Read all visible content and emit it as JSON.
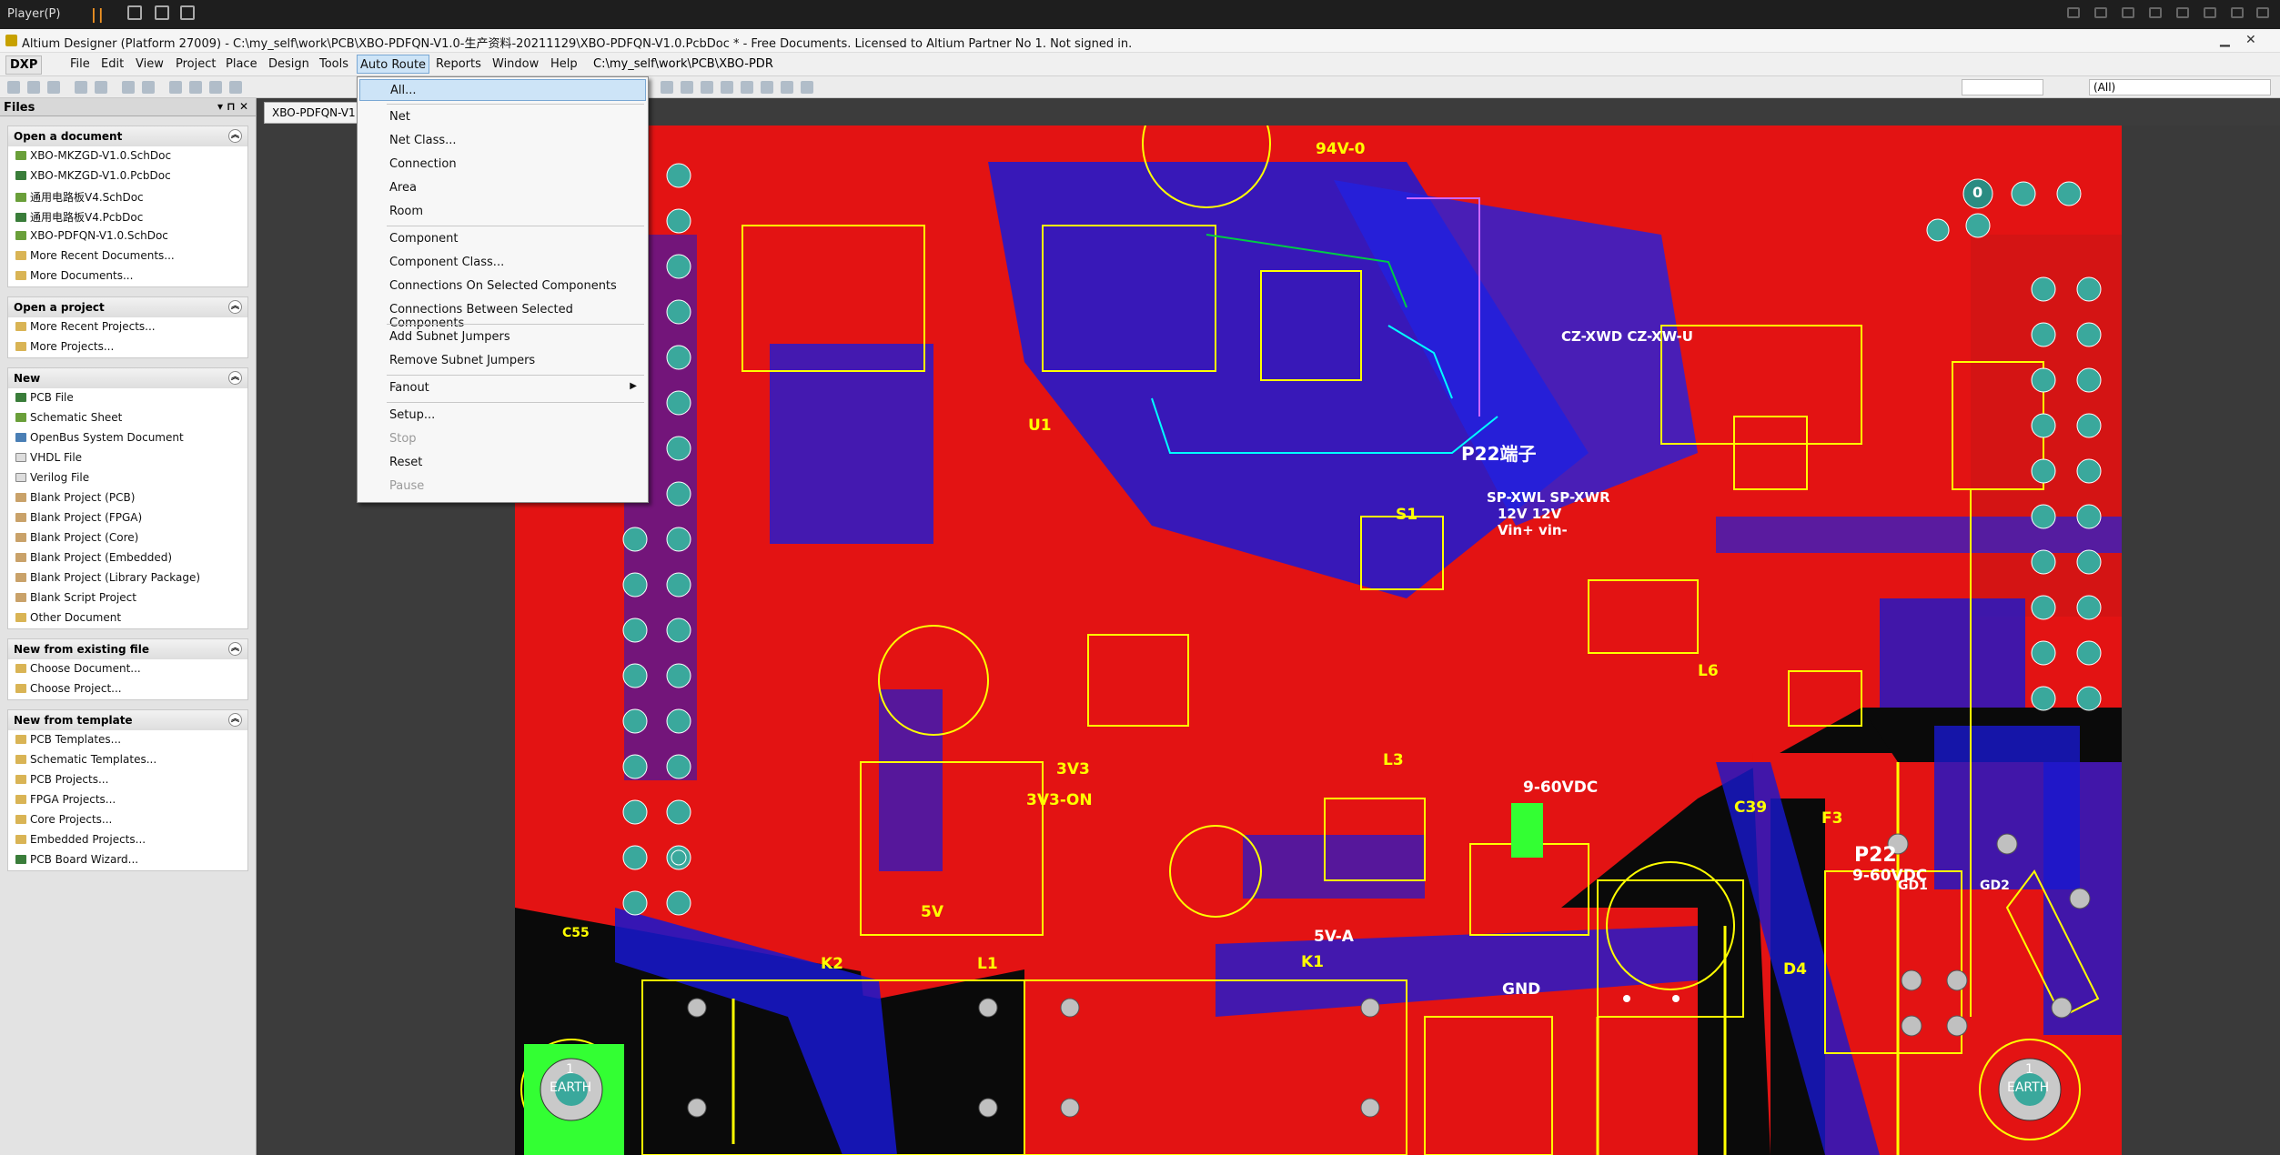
{
  "player": {
    "label": "Player(P)"
  },
  "window": {
    "title": "Altium Designer (Platform 27009) - C:\\my_self\\work\\PCB\\XBO-PDFQN-V1.0-生产资料-20211129\\XBO-PDFQN-V1.0.PcbDoc * - Free Documents. Licensed to Altium Partner No 1. Not signed in."
  },
  "menubar": {
    "dxp": "DXP",
    "items": [
      "File",
      "Edit",
      "View",
      "Project",
      "Place",
      "Design",
      "Tools",
      "Auto Route",
      "Reports",
      "Window",
      "Help"
    ],
    "path": "C:\\my_self\\work\\PCB\\XBO-PDR"
  },
  "toolbar": {
    "right_combo": "(All)"
  },
  "panel": {
    "title": "Files",
    "sections": [
      {
        "title": "Open a document",
        "items": [
          "XBO-MKZGD-V1.0.SchDoc",
          "XBO-MKZGD-V1.0.PcbDoc",
          "通用电路板V4.SchDoc",
          "通用电路板V4.PcbDoc",
          "XBO-PDFQN-V1.0.SchDoc",
          "More Recent Documents...",
          "More Documents..."
        ]
      },
      {
        "title": "Open a project",
        "items": [
          "More Recent Projects...",
          "More Projects..."
        ]
      },
      {
        "title": "New",
        "items": [
          "PCB File",
          "Schematic Sheet",
          "OpenBus System Document",
          "VHDL File",
          "Verilog File",
          "Blank Project (PCB)",
          "Blank Project (FPGA)",
          "Blank Project (Core)",
          "Blank Project (Embedded)",
          "Blank Project (Library Package)",
          "Blank Script Project",
          "Other Document"
        ]
      },
      {
        "title": "New from existing file",
        "items": [
          "Choose Document...",
          "Choose Project..."
        ]
      },
      {
        "title": "New from template",
        "items": [
          "PCB Templates...",
          "Schematic Templates...",
          "PCB Projects...",
          "FPGA Projects...",
          "Core Projects...",
          "Embedded Projects...",
          "PCB Board Wizard..."
        ]
      }
    ]
  },
  "doc_tab": {
    "label": "XBO-PDFQN-V1"
  },
  "auto_route_menu": {
    "items": [
      {
        "label": "All...",
        "highlighted": true,
        "disabled": false
      },
      {
        "label": "Net",
        "disabled": false
      },
      {
        "label": "Net Class...",
        "disabled": false
      },
      {
        "label": "Connection",
        "disabled": false
      },
      {
        "label": "Area",
        "disabled": false
      },
      {
        "label": "Room",
        "disabled": false
      },
      {
        "label": "Component",
        "disabled": false
      },
      {
        "label": "Component Class...",
        "disabled": false
      },
      {
        "label": "Connections On Selected Components",
        "disabled": false
      },
      {
        "label": "Connections Between Selected Components",
        "disabled": false
      },
      {
        "label": "Add Subnet Jumpers",
        "disabled": false
      },
      {
        "label": "Remove Subnet Jumpers",
        "disabled": false
      },
      {
        "label": "Fanout",
        "disabled": false,
        "submenu": true
      },
      {
        "label": "Setup...",
        "disabled": false
      },
      {
        "label": "Stop",
        "disabled": true
      },
      {
        "label": "Reset",
        "disabled": false
      },
      {
        "label": "Pause",
        "disabled": true
      }
    ]
  },
  "board_labels": {
    "v94": "94V-0",
    "p22": "P22端子",
    "czxwd": "CZ-XWD CZ-XW-U",
    "spxwl": "SP-XWL SP-XWR",
    "v12": "12V 12V",
    "vin": "Vin+ vin-",
    "vdc1": "9-60VDC",
    "vdc2": "9-60VDC",
    "p22b": "P22",
    "v3v3": "3V3",
    "v3v3on": "3V3-ON",
    "gnd": "GND",
    "v5va": "5V-A",
    "v5v": "5V",
    "earth1": "EARTH",
    "earth2": "EARTH",
    "k1": "K1",
    "k2": "K2",
    "l1": "L1",
    "l3": "L3",
    "u1": "U1",
    "s1": "S1",
    "f3": "F3",
    "d4": "D4",
    "l6": "L6",
    "gd1": "GD1",
    "gd2": "GD2",
    "c39": "C39",
    "c55": "C55",
    "zero": "0",
    "one1": "1",
    "one2": "1"
  }
}
